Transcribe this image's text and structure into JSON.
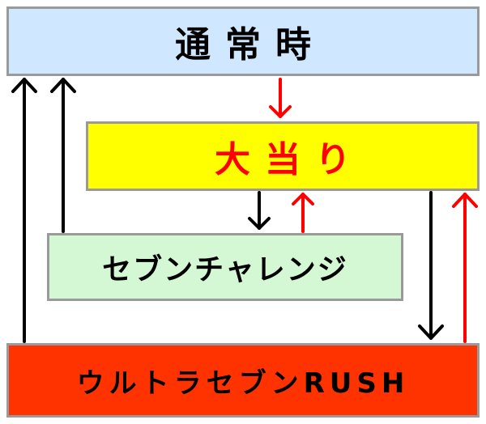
{
  "states": {
    "normal": "通常時",
    "big_win": "大当り",
    "seven_challenge": "セブンチャレンジ",
    "ultra_rush": "ウルトラセブンRUSH"
  },
  "colors": {
    "normal_fill": "#cfe8ff",
    "big_win_fill": "#ffff00",
    "big_win_text": "#ff0000",
    "seven_fill": "#d4f7d4",
    "rush_fill": "#ff3300",
    "arrow_black": "#000000",
    "arrow_red": "#ff0000"
  },
  "transitions": [
    {
      "from": "normal",
      "to": "big_win",
      "color": "red"
    },
    {
      "from": "big_win",
      "to": "seven_challenge",
      "color": "black"
    },
    {
      "from": "seven_challenge",
      "to": "big_win",
      "color": "red"
    },
    {
      "from": "seven_challenge",
      "to": "normal",
      "color": "black"
    },
    {
      "from": "ultra_rush",
      "to": "normal",
      "color": "black"
    },
    {
      "from": "big_win",
      "to": "ultra_rush",
      "color": "black"
    },
    {
      "from": "ultra_rush",
      "to": "big_win",
      "color": "red"
    }
  ]
}
